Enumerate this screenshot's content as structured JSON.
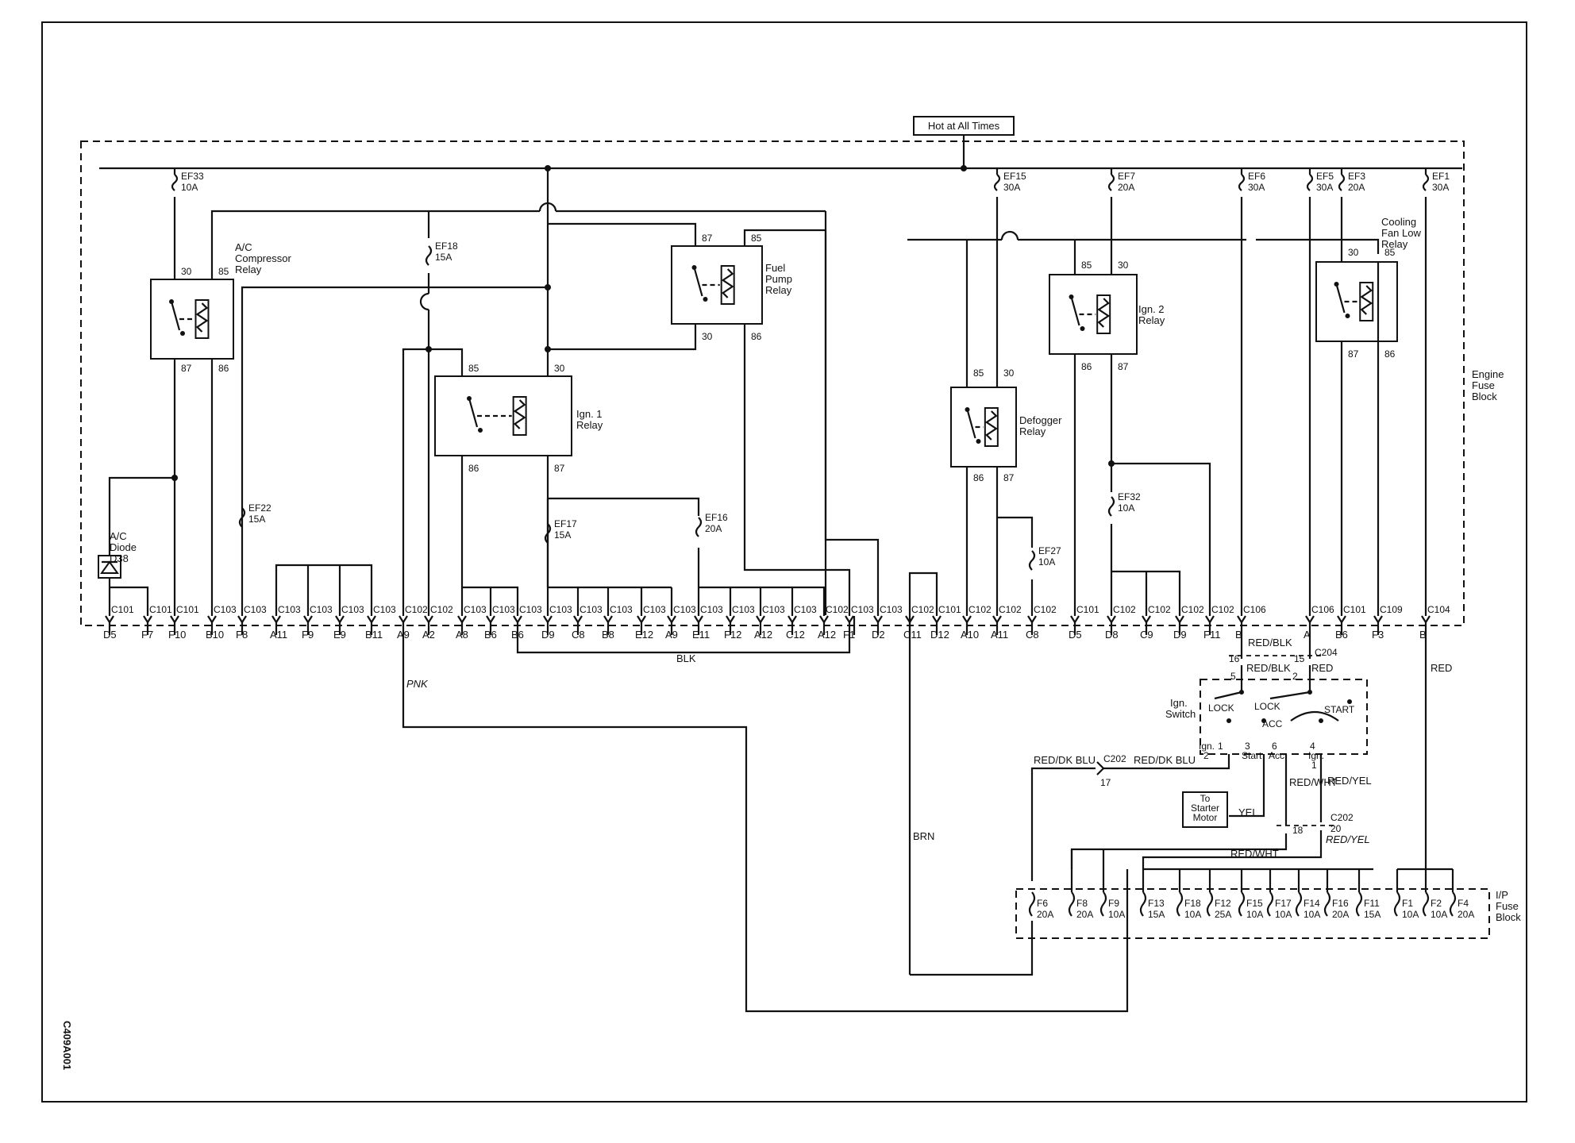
{
  "header": {
    "hot_label": "Hot at All Times"
  },
  "engine_fuse_block": {
    "label_lines": [
      "Engine",
      "Fuse",
      "Block"
    ]
  },
  "ip_fuse_block": {
    "label_lines": [
      "I/P",
      "Fuse",
      "Block"
    ]
  },
  "diagram_id": "C409A001",
  "fuses_top": [
    {
      "id": "EF33",
      "rating": "10A"
    },
    {
      "id": "EF15",
      "rating": "30A"
    },
    {
      "id": "EF7",
      "rating": "20A"
    },
    {
      "id": "EF6",
      "rating": "30A"
    },
    {
      "id": "EF5",
      "rating": "30A"
    },
    {
      "id": "EF3",
      "rating": "20A"
    },
    {
      "id": "EF1",
      "rating": "30A"
    }
  ],
  "fuses_inner": [
    {
      "id": "EF18",
      "rating": "15A"
    },
    {
      "id": "EF22",
      "rating": "15A"
    },
    {
      "id": "EF17",
      "rating": "15A"
    },
    {
      "id": "EF16",
      "rating": "20A"
    },
    {
      "id": "EF27",
      "rating": "10A"
    },
    {
      "id": "EF32",
      "rating": "10A"
    }
  ],
  "relays": {
    "ac_compressor": {
      "label_lines": [
        "A/C",
        "Compressor",
        "Relay"
      ],
      "pins": [
        "30",
        "85",
        "87",
        "86"
      ]
    },
    "fuel_pump": {
      "label_lines": [
        "Fuel",
        "Pump",
        "Relay"
      ],
      "pins": [
        "87",
        "85",
        "30",
        "86"
      ]
    },
    "ign1": {
      "label_lines": [
        "Ign. 1",
        "Relay"
      ],
      "pins": [
        "85",
        "30",
        "86",
        "87"
      ]
    },
    "defogger": {
      "label_lines": [
        "Defogger",
        "Relay"
      ],
      "pins": [
        "85",
        "30",
        "86",
        "87"
      ]
    },
    "ign2": {
      "label_lines": [
        "Ign. 2",
        "Relay"
      ],
      "pins": [
        "85",
        "30",
        "86",
        "87"
      ]
    },
    "cooling_fan": {
      "label_lines": [
        "Cooling",
        "Fan Low",
        "Relay"
      ],
      "pins": [
        "30",
        "85",
        "87",
        "86"
      ]
    }
  },
  "diode": {
    "label_lines": [
      "A/C",
      "Diode",
      "D38"
    ]
  },
  "connectors": [
    {
      "c": "C101",
      "p": "D5"
    },
    {
      "c": "C101",
      "p": "F7"
    },
    {
      "c": "C101",
      "p": "F10"
    },
    {
      "c": "C103",
      "p": "B10"
    },
    {
      "c": "C103",
      "p": "F8"
    },
    {
      "c": "C103",
      "p": "A11"
    },
    {
      "c": "C103",
      "p": "F9"
    },
    {
      "c": "C103",
      "p": "E9"
    },
    {
      "c": "C103",
      "p": "B11"
    },
    {
      "c": "C102",
      "p": "A9"
    },
    {
      "c": "C102",
      "p": "A2"
    },
    {
      "c": "C103",
      "p": "A8"
    },
    {
      "c": "C103",
      "p": "B6"
    },
    {
      "c": "C103",
      "p": "B6"
    },
    {
      "c": "C103",
      "p": "D9"
    },
    {
      "c": "C103",
      "p": "C8"
    },
    {
      "c": "C103",
      "p": "B8"
    },
    {
      "c": "C103",
      "p": "E12"
    },
    {
      "c": "C103",
      "p": "A9"
    },
    {
      "c": "C103",
      "p": "E11"
    },
    {
      "c": "C103",
      "p": "F12"
    },
    {
      "c": "C103",
      "p": "A12"
    },
    {
      "c": "C103",
      "p": "C12"
    },
    {
      "c": "C102",
      "p": "A12"
    },
    {
      "c": "C103",
      "p": "F1"
    },
    {
      "c": "C103",
      "p": "D2"
    },
    {
      "c": "C102",
      "p": "C11"
    },
    {
      "c": "C101",
      "p": "D12"
    },
    {
      "c": "C102",
      "p": "A10"
    },
    {
      "c": "C102",
      "p": "A11"
    },
    {
      "c": "C102",
      "p": "C8"
    },
    {
      "c": "C101",
      "p": "D5"
    },
    {
      "c": "C102",
      "p": "D8"
    },
    {
      "c": "C102",
      "p": "C9"
    },
    {
      "c": "C102",
      "p": "D9"
    },
    {
      "c": "C102",
      "p": "F11"
    },
    {
      "c": "C106",
      "p": "B"
    },
    {
      "c": "C106",
      "p": "A"
    },
    {
      "c": "C101",
      "p": "B6"
    },
    {
      "c": "C109",
      "p": "F3"
    },
    {
      "c": "C104",
      "p": "B"
    }
  ],
  "wire_colors": {
    "blk": "BLK",
    "pnk": "PNK",
    "brn": "BRN",
    "red": "RED",
    "red_blk": "RED/BLK",
    "red_dk_blu": "RED/DK BLU",
    "yel": "YEL",
    "red_wht": "RED/WHT",
    "red_yel": "RED/YEL"
  },
  "ignition": {
    "switch_label_lines": [
      "Ign.",
      "Switch"
    ],
    "lock": "LOCK",
    "acc": "ACC",
    "start": "START",
    "c204": "C204",
    "c202": "C202",
    "pins": {
      "p16": "16",
      "p5": "5",
      "p15": "15",
      "p2": "2",
      "p1": "1",
      "p3": "3",
      "p6": "6",
      "p4": "4",
      "p17": "17",
      "p18": "18",
      "p20": "20"
    },
    "term_ign2_lines": [
      "Ign.",
      "2"
    ],
    "term_start": "Start",
    "term_acc": "Acc",
    "term_ign1_lines": [
      "Ign.",
      "1"
    ],
    "starter_lines": [
      "To",
      "Starter",
      "Motor"
    ]
  },
  "ip_fuses": [
    {
      "id": "F6",
      "rating": "20A"
    },
    {
      "id": "F8",
      "rating": "20A"
    },
    {
      "id": "F9",
      "rating": "10A"
    },
    {
      "id": "F13",
      "rating": "15A"
    },
    {
      "id": "F18",
      "rating": "10A"
    },
    {
      "id": "F12",
      "rating": "25A"
    },
    {
      "id": "F15",
      "rating": "10A"
    },
    {
      "id": "F17",
      "rating": "10A"
    },
    {
      "id": "F14",
      "rating": "10A"
    },
    {
      "id": "F16",
      "rating": "20A"
    },
    {
      "id": "F11",
      "rating": "15A"
    },
    {
      "id": "F1",
      "rating": "10A"
    },
    {
      "id": "F2",
      "rating": "10A"
    },
    {
      "id": "F4",
      "rating": "20A"
    }
  ]
}
